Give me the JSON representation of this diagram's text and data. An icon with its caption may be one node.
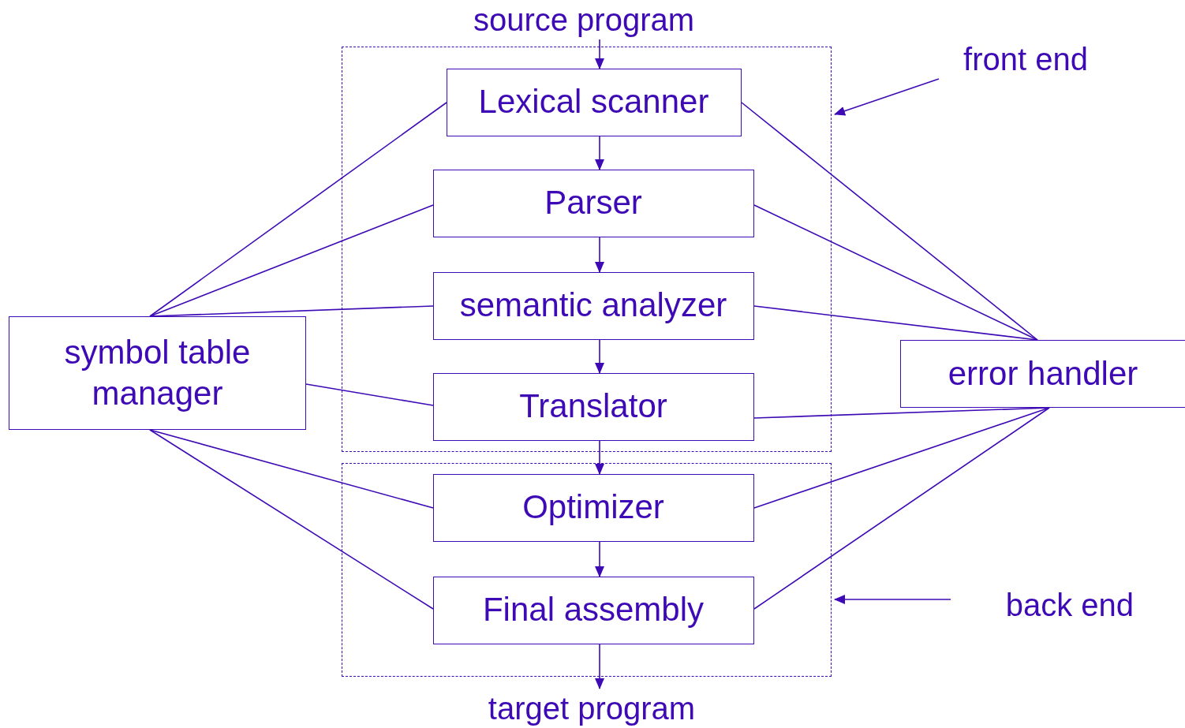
{
  "diagram": {
    "nodes": [
      {
        "text": [
          "source program"
        ]
      },
      {
        "text": [],
        "shape": "box"
      },
      {
        "text": [
          "Lexical scanner"
        ],
        "in": 1
      },
      {
        "text": [
          "Parser"
        ],
        "in": 1
      },
      {
        "text": [
          "semantic analyzer"
        ],
        "in": 1
      },
      {
        "text": [
          "Translator"
        ],
        "in": 1
      },
      {
        "text": [
          "front end"
        ]
      },
      {
        "text": [
          "symbol table manager"
        ]
      },
      {
        "text": [
          "error handler"
        ]
      },
      {
        "text": [],
        "shape": "box"
      },
      {
        "text": [
          "Optimizer"
        ],
        "in": 9
      },
      {
        "text": [
          "Final assembly"
        ],
        "in": 9
      },
      {
        "text": [
          "back end"
        ]
      },
      {
        "text": [
          "target program"
        ]
      }
    ],
    "edges": [
      {
        "from": 0,
        "to": 2,
        "arrow": "to"
      },
      {
        "from": 2,
        "to": 3,
        "arrow": "to"
      },
      {
        "from": 3,
        "to": 4,
        "arrow": "to"
      },
      {
        "from": 4,
        "to": 5,
        "arrow": "to"
      },
      {
        "from": 5,
        "to": 10,
        "arrow": "to"
      },
      {
        "from": 10,
        "to": 11,
        "arrow": "to"
      },
      {
        "from": 11,
        "to": 13,
        "arrow": "to"
      },
      {
        "from": 6,
        "to": 1,
        "arrow": "to"
      },
      {
        "from": 12,
        "to": 9,
        "arrow": "to"
      },
      {
        "from": 7,
        "to": 2,
        "arrow": "none"
      },
      {
        "from": 7,
        "to": 3,
        "arrow": "none"
      },
      {
        "from": 7,
        "to": 4,
        "arrow": "none"
      },
      {
        "from": 7,
        "to": 5,
        "arrow": "none"
      },
      {
        "from": 7,
        "to": 10,
        "arrow": "none"
      },
      {
        "from": 7,
        "to": 11,
        "arrow": "none"
      },
      {
        "from": 8,
        "to": 2,
        "arrow": "none"
      },
      {
        "from": 8,
        "to": 3,
        "arrow": "none"
      },
      {
        "from": 8,
        "to": 4,
        "arrow": "none"
      },
      {
        "from": 8,
        "to": 5,
        "arrow": "none"
      },
      {
        "from": 8,
        "to": 10,
        "arrow": "none"
      },
      {
        "from": 8,
        "to": 11,
        "arrow": "none"
      }
    ]
  }
}
